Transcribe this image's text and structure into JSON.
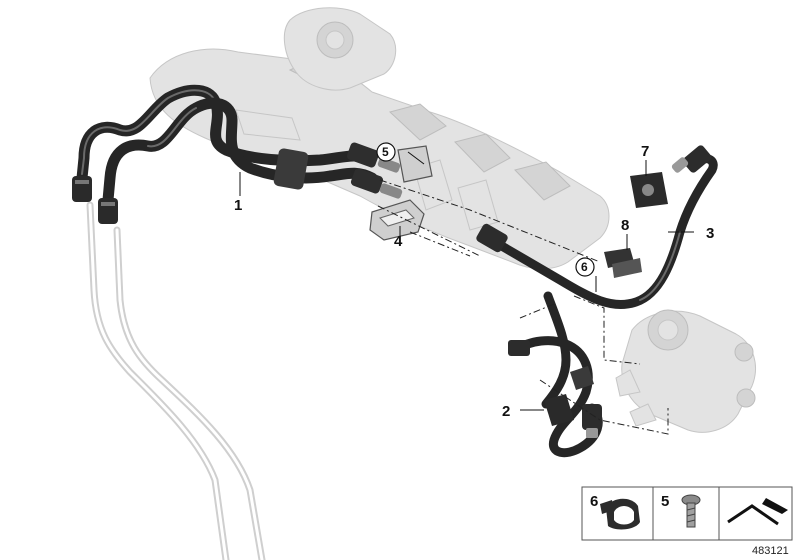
{
  "callouts": {
    "c1": "1",
    "c2": "2",
    "c3": "3",
    "c4": "4",
    "c5": "5",
    "c6": "6",
    "c7": "7",
    "c8": "8"
  },
  "legend": {
    "item6": "6",
    "item5": "5"
  },
  "document_number": "483121"
}
